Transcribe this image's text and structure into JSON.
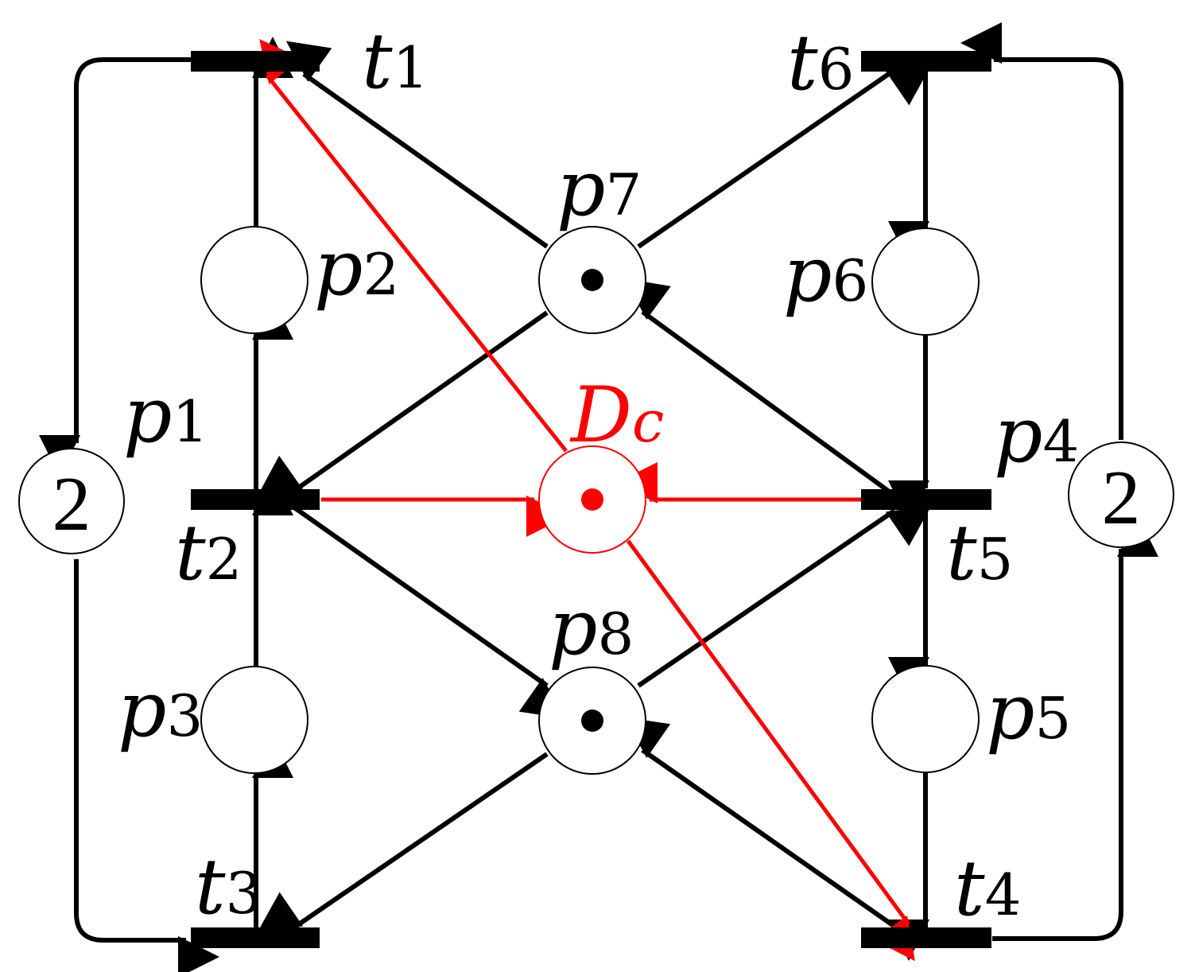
{
  "colors": {
    "normal": "#000000",
    "monitor": "#ff0000",
    "background": "#ffffff"
  },
  "places": [
    {
      "id": "p1",
      "name": "p",
      "sub": "1",
      "tokens": "2",
      "dot": false
    },
    {
      "id": "p2",
      "name": "p",
      "sub": "2",
      "tokens": "",
      "dot": false
    },
    {
      "id": "p3",
      "name": "p",
      "sub": "3",
      "tokens": "",
      "dot": false
    },
    {
      "id": "p4",
      "name": "p",
      "sub": "4",
      "tokens": "2",
      "dot": false
    },
    {
      "id": "p5",
      "name": "p",
      "sub": "5",
      "tokens": "",
      "dot": false
    },
    {
      "id": "p6",
      "name": "p",
      "sub": "6",
      "tokens": "",
      "dot": false
    },
    {
      "id": "p7",
      "name": "p",
      "sub": "7",
      "tokens": "",
      "dot": true
    },
    {
      "id": "p8",
      "name": "p",
      "sub": "8",
      "tokens": "",
      "dot": true
    },
    {
      "id": "Dc",
      "name": "D",
      "sub": "c",
      "tokens": "",
      "dot": true,
      "highlight": true
    }
  ],
  "transitions": [
    {
      "id": "t1",
      "name": "t",
      "sub": "1"
    },
    {
      "id": "t2",
      "name": "t",
      "sub": "2"
    },
    {
      "id": "t3",
      "name": "t",
      "sub": "3"
    },
    {
      "id": "t4",
      "name": "t",
      "sub": "4"
    },
    {
      "id": "t5",
      "name": "t",
      "sub": "5"
    },
    {
      "id": "t6",
      "name": "t",
      "sub": "6"
    }
  ],
  "arcs": [
    {
      "from": "t1",
      "to": "p1"
    },
    {
      "from": "p1",
      "to": "t3"
    },
    {
      "from": "t3",
      "to": "p3"
    },
    {
      "from": "p3",
      "to": "t2"
    },
    {
      "from": "t2",
      "to": "p2"
    },
    {
      "from": "p2",
      "to": "t1"
    },
    {
      "from": "p7",
      "to": "t1"
    },
    {
      "from": "p7",
      "to": "t6"
    },
    {
      "from": "p7",
      "to": "t2"
    },
    {
      "from": "t5",
      "to": "p7"
    },
    {
      "from": "t2",
      "to": "p8"
    },
    {
      "from": "p8",
      "to": "t5"
    },
    {
      "from": "p8",
      "to": "t3"
    },
    {
      "from": "t4",
      "to": "p8"
    },
    {
      "from": "t6",
      "to": "p6"
    },
    {
      "from": "p6",
      "to": "t5"
    },
    {
      "from": "t5",
      "to": "p5"
    },
    {
      "from": "p5",
      "to": "t4"
    },
    {
      "from": "t4",
      "to": "p4"
    },
    {
      "from": "p4",
      "to": "t6"
    },
    {
      "from": "t2",
      "to": "Dc",
      "highlight": true
    },
    {
      "from": "t5",
      "to": "Dc",
      "highlight": true
    },
    {
      "from": "Dc",
      "to": "t1",
      "highlight": true
    },
    {
      "from": "Dc",
      "to": "t4",
      "highlight": true
    }
  ]
}
